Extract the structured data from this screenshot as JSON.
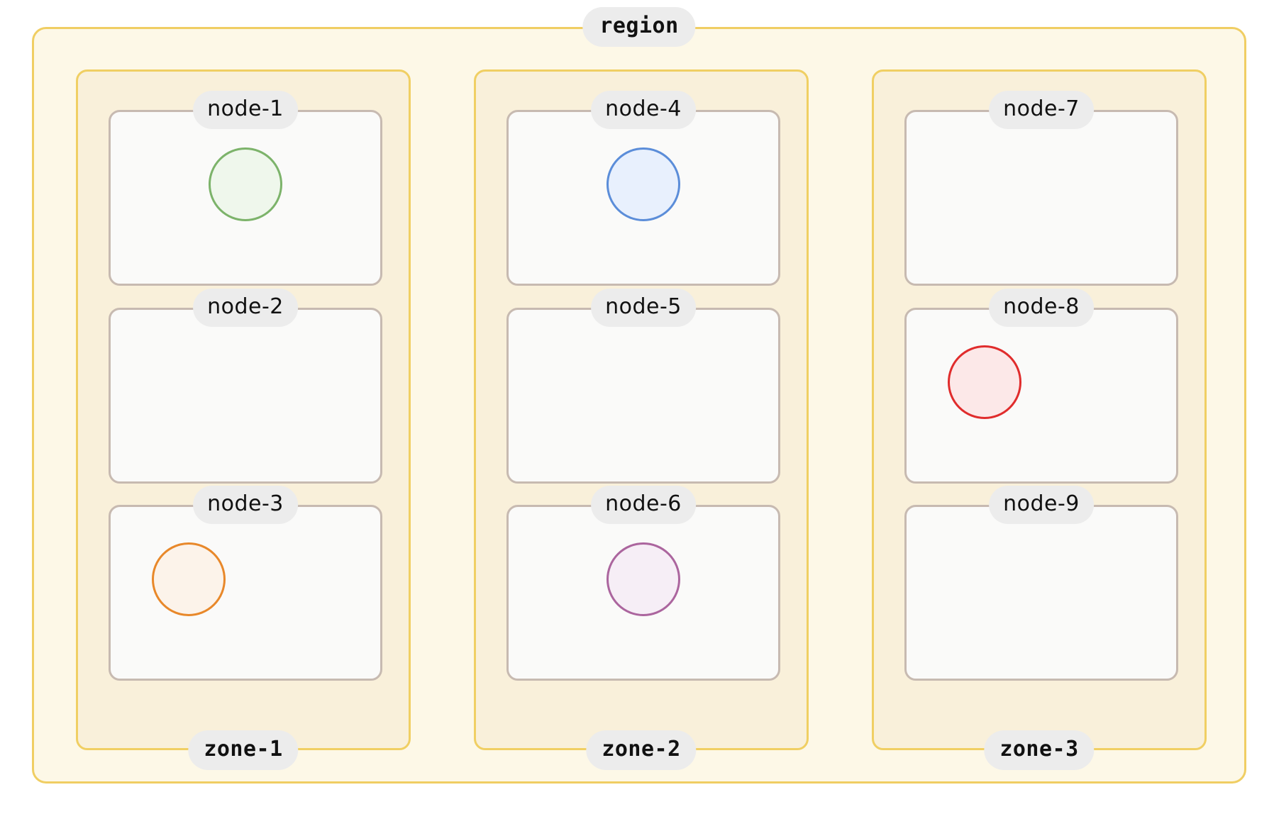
{
  "region": {
    "label": "region",
    "fill": "#fdf8e7",
    "stroke": "#f0ce63"
  },
  "zone_style": {
    "fill": "#f9f0da",
    "stroke": "#f0cf63"
  },
  "node_style": {
    "fill": "#fafaf9",
    "stroke": "#c7bab1"
  },
  "label_pill": {
    "fill": "#ececec",
    "text_color": "#111111"
  },
  "zones": [
    {
      "label": "zone-1",
      "nodes": [
        {
          "label": "node-1",
          "marker": {
            "present": true,
            "shape": "circle",
            "stroke": "#7cb36a",
            "fill": "#eff7ec",
            "position": "center",
            "size": "m"
          }
        },
        {
          "label": "node-2",
          "marker": {
            "present": false
          }
        },
        {
          "label": "node-3",
          "marker": {
            "present": true,
            "shape": "circle",
            "stroke": "#e8882a",
            "fill": "#fcf3ea",
            "position": "left",
            "size": "m"
          }
        }
      ]
    },
    {
      "label": "zone-2",
      "nodes": [
        {
          "label": "node-4",
          "marker": {
            "present": true,
            "shape": "circle",
            "stroke": "#5b8dd9",
            "fill": "#e8f0fd",
            "position": "center",
            "size": "m"
          }
        },
        {
          "label": "node-5",
          "marker": {
            "present": false
          }
        },
        {
          "label": "node-6",
          "marker": {
            "present": true,
            "shape": "circle",
            "stroke": "#ab659e",
            "fill": "#f6eef6",
            "position": "center",
            "size": "m"
          }
        }
      ]
    },
    {
      "label": "zone-3",
      "nodes": [
        {
          "label": "node-7",
          "marker": {
            "present": false
          }
        },
        {
          "label": "node-8",
          "marker": {
            "present": true,
            "shape": "circle",
            "stroke": "#e02c2c",
            "fill": "#fce8e8",
            "position": "left",
            "size": "m"
          }
        },
        {
          "label": "node-9",
          "marker": {
            "present": false
          }
        }
      ]
    }
  ]
}
